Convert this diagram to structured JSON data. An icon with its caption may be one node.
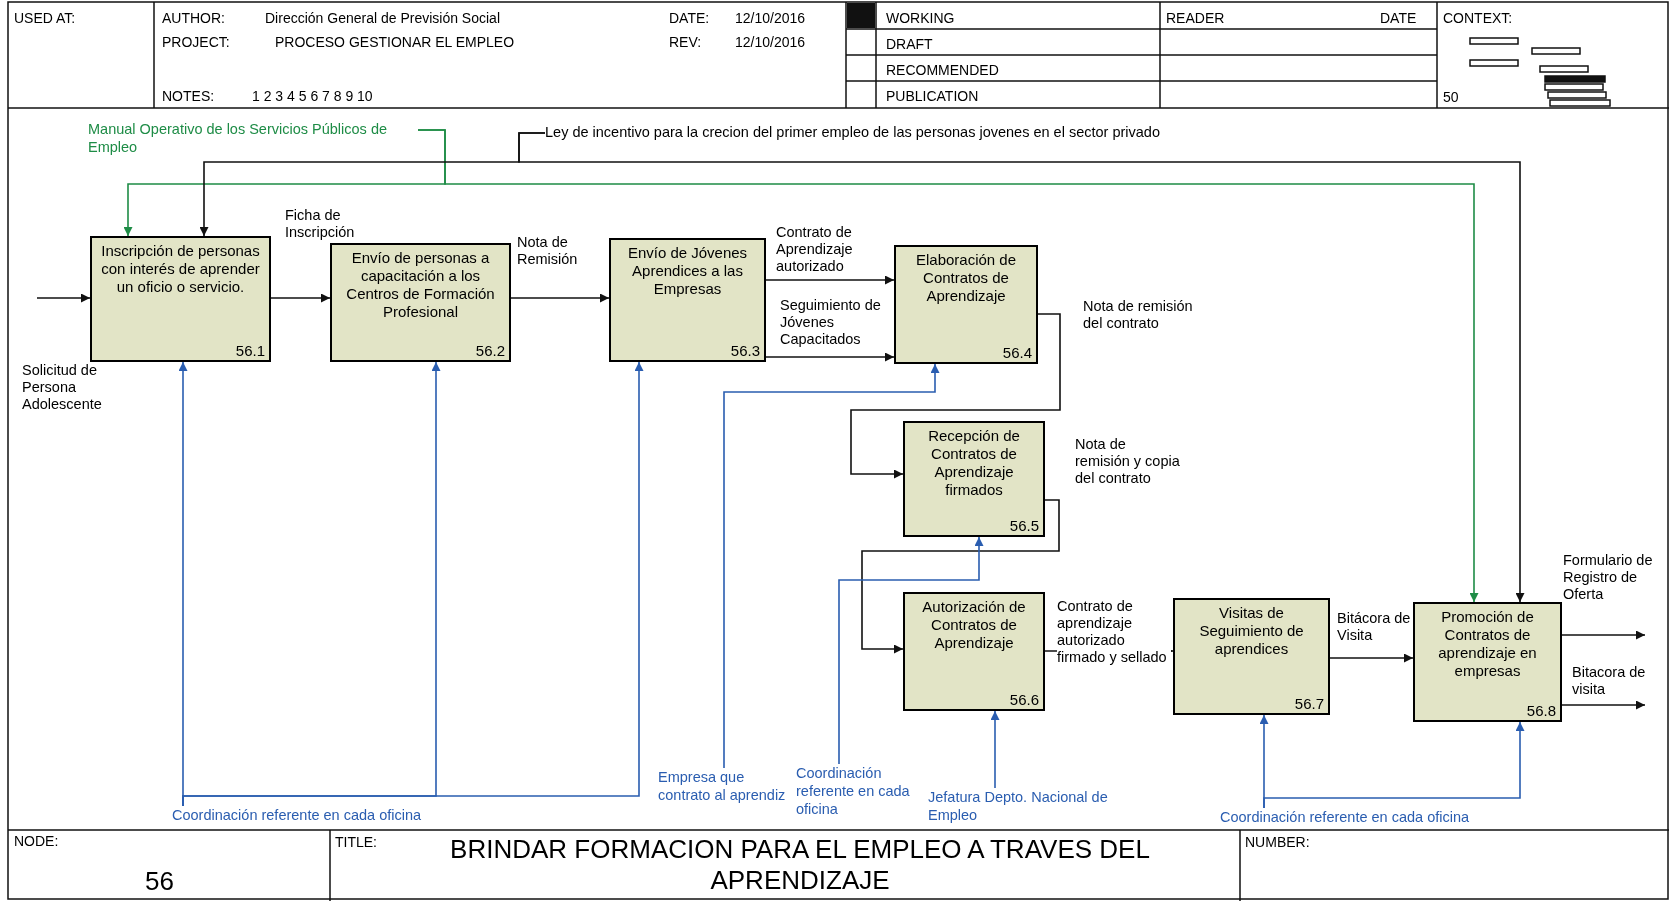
{
  "diagram": {
    "title": "BRINDAR FORMACION PARA EL EMPLEO A TRAVES DEL APRENDIZAJE",
    "nodes": [
      {
        "text": [
          "Inscripción de personas con interés de aprender un oficio o servicio.",
          "56.1"
        ]
      },
      {
        "text": [
          "Envío de personas a capacitación a los Centros de Formación Profesional",
          "56.2"
        ]
      },
      {
        "text": [
          "Envío de Jóvenes Aprendices a las Empresas",
          "56.3"
        ]
      },
      {
        "text": [
          "Elaboración de Contratos de Aprendizaje",
          "56.4"
        ]
      },
      {
        "text": [
          "Recepción de Contratos de Aprendizaje firmados",
          "56.5"
        ]
      },
      {
        "text": [
          "Autorización de Contratos de Aprendizaje",
          "56.6"
        ]
      },
      {
        "text": [
          "Visitas de Seguimiento de aprendices",
          "56.7"
        ]
      },
      {
        "text": [
          "Promoción de Contratos de aprendizaje en empresas",
          "56.8"
        ]
      },
      {
        "text": [
          "Manual Operativo de los Servicios Públicos de Empleo"
        ]
      },
      {
        "text": [
          "Ley de incentivo para la crecion del primer empleo de las personas jovenes en el sector privado"
        ]
      },
      {
        "text": [
          "Coordinación referente en cada oficina"
        ]
      },
      {
        "text": [
          "Empresa que contrato al aprendiz"
        ]
      },
      {
        "text": [
          "Coordinación referente en cada oficina"
        ]
      },
      {
        "text": [
          "Jefatura Depto. Nacional de Empleo"
        ]
      },
      {
        "text": [
          "Coordinación referente en cada oficina"
        ]
      }
    ],
    "edges": [
      {
        "from": 8,
        "to": 0,
        "arrow": "to",
        "color": "#1e8c46"
      },
      {
        "from": 8,
        "to": 7,
        "arrow": "to",
        "color": "#1e8c46"
      },
      {
        "from": 9,
        "to": 0,
        "arrow": "to"
      },
      {
        "from": 9,
        "to": 7,
        "arrow": "to"
      },
      {
        "from": null,
        "to": 0,
        "arrow": "to",
        "label": "Solicitud de Persona Adolescente"
      },
      {
        "from": 0,
        "to": 1,
        "arrow": "to",
        "label": "Ficha de Inscripción"
      },
      {
        "from": 1,
        "to": 2,
        "arrow": "to",
        "label": "Nota de Remisión"
      },
      {
        "from": 2,
        "to": 3,
        "arrow": "to",
        "label": "Contrato de Aprendizaje autorizado"
      },
      {
        "from": 2,
        "to": 3,
        "arrow": "to",
        "label": "Seguimiento de Jóvenes Capacitados"
      },
      {
        "from": 3,
        "to": 4,
        "arrow": "to",
        "label": "Nota de remisión del contrato"
      },
      {
        "from": 4,
        "to": 5,
        "arrow": "to",
        "label": "Nota de remisión y copia del contrato"
      },
      {
        "from": 5,
        "to": 6,
        "arrow": "to",
        "label": "Contrato de aprendizaje autorizado firmado y sellado"
      },
      {
        "from": 6,
        "to": 7,
        "arrow": "to",
        "label": "Bitácora de Visita"
      },
      {
        "from": 7,
        "to": null,
        "arrow": "to",
        "label": "Formulario de Registro de Oferta"
      },
      {
        "from": 7,
        "to": null,
        "arrow": "to",
        "label": "Bitacora de visita"
      },
      {
        "from": 10,
        "to": 0,
        "arrow": "to",
        "color": "#2a5db0"
      },
      {
        "from": 10,
        "to": 1,
        "arrow": "to",
        "color": "#2a5db0"
      },
      {
        "from": 10,
        "to": 2,
        "arrow": "to",
        "color": "#2a5db0"
      },
      {
        "from": 11,
        "to": 3,
        "arrow": "to",
        "color": "#2a5db0"
      },
      {
        "from": 12,
        "to": 4,
        "arrow": "to",
        "color": "#2a5db0"
      },
      {
        "from": 13,
        "to": 5,
        "arrow": "to",
        "color": "#2a5db0"
      },
      {
        "from": 14,
        "to": 6,
        "arrow": "to",
        "color": "#2a5db0"
      },
      {
        "from": 14,
        "to": 7,
        "arrow": "to",
        "color": "#2a5db0"
      }
    ],
    "labels": [
      "USED AT:",
      "AUTHOR:",
      "Dirección General de Previsión Social",
      "DATE:",
      "12/10/2016",
      "PROJECT:",
      "PROCESO GESTIONAR EL EMPLEO",
      "REV:",
      "12/10/2016",
      "NOTES:",
      "1 2 3 4 5 6 7 8 9 10",
      "WORKING",
      "DRAFT",
      "RECOMMENDED",
      "PUBLICATION",
      "READER",
      "DATE",
      "CONTEXT:",
      "50",
      "NODE:",
      "56",
      "TITLE:",
      "NUMBER:"
    ]
  }
}
